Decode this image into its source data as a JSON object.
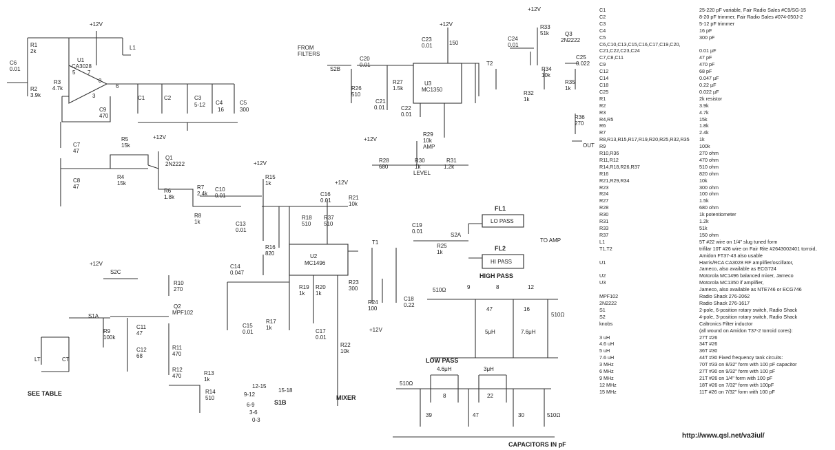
{
  "parts": [
    {
      "designator": "C1",
      "value": "25-220 pF variable, Fair Radio Sales #C9/SG-15"
    },
    {
      "designator": "C2",
      "value": "8-20 pF trimmer, Fair Radio Sales #074-050J-2"
    },
    {
      "designator": "C3",
      "value": "5-12 pF trimmer"
    },
    {
      "designator": "C4",
      "value": "16 pF"
    },
    {
      "designator": "C5",
      "value": "300 pF"
    },
    {
      "designator": "C6,C10,C13,C15,C16,C17,C19,C20,",
      "value": ""
    },
    {
      "designator": "  C21,C22,C23,C24",
      "value": "0.01 µF"
    },
    {
      "designator": "C7,C8,C11",
      "value": "47 pF"
    },
    {
      "designator": "C9",
      "value": "470 pF"
    },
    {
      "designator": "C12",
      "value": "68 pF"
    },
    {
      "designator": "C14",
      "value": "0.047 µF"
    },
    {
      "designator": "C18",
      "value": "0.22 µF"
    },
    {
      "designator": "C25",
      "value": "0.022 µF"
    },
    {
      "designator": "R1",
      "value": "2k resistor"
    },
    {
      "designator": "R2",
      "value": "3.9k"
    },
    {
      "designator": "R3",
      "value": "4.7k"
    },
    {
      "designator": "R4,R5",
      "value": "15k"
    },
    {
      "designator": "R6",
      "value": "1.8k"
    },
    {
      "designator": "R7",
      "value": "2.4k"
    },
    {
      "designator": "R8,R13,R15,R17,R19,R20,R25,R32,R35",
      "value": "1k"
    },
    {
      "designator": "R9",
      "value": "100k"
    },
    {
      "designator": "R10,R36",
      "value": "270 ohm"
    },
    {
      "designator": "R11,R12",
      "value": "470 ohm"
    },
    {
      "designator": "R14,R18,R26,R37",
      "value": "510 ohm"
    },
    {
      "designator": "R16",
      "value": "820 ohm"
    },
    {
      "designator": "R21,R29,R34",
      "value": "10k"
    },
    {
      "designator": "R23",
      "value": "300 ohm"
    },
    {
      "designator": "R24",
      "value": "100 ohm"
    },
    {
      "designator": "R27",
      "value": "1.5k"
    },
    {
      "designator": "R28",
      "value": "680 ohm"
    },
    {
      "designator": "R30",
      "value": "1k potentiometer"
    },
    {
      "designator": "R31",
      "value": "1.2k"
    },
    {
      "designator": "R33",
      "value": "51k"
    },
    {
      "designator": "R37",
      "value": "150 ohm"
    },
    {
      "designator": "L1",
      "value": "5T #22 wire on 1/4\" slug tuned form"
    },
    {
      "designator": "T1,T2",
      "value": "trifilar 10T #26 wire on Fair Rite #2643002401 torroid,"
    },
    {
      "designator": "",
      "value": "Amidon FT37-43 also usable"
    },
    {
      "designator": "U1",
      "value": "Harris/RCA CA3028 RF amplifier/oscillator,"
    },
    {
      "designator": "",
      "value": "Jameco, also available as ECG724"
    },
    {
      "designator": "U2",
      "value": "Motorola MC1496 balanced mixer, Jameco"
    },
    {
      "designator": "U3",
      "value": "Motorola MC1350 if amplifier,"
    },
    {
      "designator": "",
      "value": "Jameco, also available as NTE746 or ECG746"
    },
    {
      "designator": "MPF102",
      "value": "Radio Shack 276-2062"
    },
    {
      "designator": "2N2222",
      "value": "Radio Shack 276-1617"
    },
    {
      "designator": "S1",
      "value": "2-pole, 6-position rotary switch, Radio Shack"
    },
    {
      "designator": "S2",
      "value": "4-pole, 3-position rotary switch, Radio Shack"
    },
    {
      "designator": "knobs",
      "value": "Caltronics Filter inductor"
    },
    {
      "designator": "",
      "value": "(all wound on Amidon T37-2 torroid cores):"
    },
    {
      "designator": "3 uH",
      "value": "27T #26"
    },
    {
      "designator": "4.6 uH",
      "value": "34T #26"
    },
    {
      "designator": "5 uH",
      "value": "36T #30"
    },
    {
      "designator": "7.6 uH",
      "value": "44T #30 Fixed frequency tank circuits:"
    },
    {
      "designator": "3 MHz",
      "value": "70T #33 on 8/32\" form with 100 pF capacitor"
    },
    {
      "designator": "6 MHz",
      "value": "27T #30 on 9/32\" form with 100 pF"
    },
    {
      "designator": "9 MHz",
      "value": "21T #26 on 1/4\" form with 100 pF"
    },
    {
      "designator": "12 MHz",
      "value": "18T #26 on 7/32\" form with 100pF"
    },
    {
      "designator": "15 MHz",
      "value": "11T #26 on 7/32\" form with 100 pF"
    }
  ],
  "url": "http://www.qsl.net/va3iul/",
  "schematic_labels": [
    {
      "text": "+12V"
    },
    {
      "text": "R1"
    },
    {
      "text": "2k"
    },
    {
      "text": "L1"
    },
    {
      "text": "U1"
    },
    {
      "text": "CA3028"
    },
    {
      "text": "C6"
    },
    {
      "text": "0.01"
    },
    {
      "text": "R2"
    },
    {
      "text": "3.9k"
    },
    {
      "text": "R3"
    },
    {
      "text": "4.7k"
    },
    {
      "text": "5"
    },
    {
      "text": "7"
    },
    {
      "text": "8"
    },
    {
      "text": "6"
    },
    {
      "text": "3"
    },
    {
      "text": "C1"
    },
    {
      "text": "C2"
    },
    {
      "text": "C3"
    },
    {
      "text": "5-12"
    },
    {
      "text": "C4"
    },
    {
      "text": "16"
    },
    {
      "text": "C5"
    },
    {
      "text": "300"
    },
    {
      "text": "C9"
    },
    {
      "text": "470"
    },
    {
      "text": "C7"
    },
    {
      "text": "47"
    },
    {
      "text": "C8"
    },
    {
      "text": "47"
    },
    {
      "text": "R5"
    },
    {
      "text": "15k"
    },
    {
      "text": "+12V"
    },
    {
      "text": "Q1"
    },
    {
      "text": "2N2222"
    },
    {
      "text": "R4"
    },
    {
      "text": "15k"
    },
    {
      "text": "R6"
    },
    {
      "text": "1.8k"
    },
    {
      "text": "R7"
    },
    {
      "text": "2.4k"
    },
    {
      "text": "C10"
    },
    {
      "text": "0.01"
    },
    {
      "text": "R8"
    },
    {
      "text": "1k"
    },
    {
      "text": "FROM"
    },
    {
      "text": "FILTERS"
    },
    {
      "text": "S2B"
    },
    {
      "text": "C20"
    },
    {
      "text": "0.01"
    },
    {
      "text": "R26"
    },
    {
      "text": "510"
    },
    {
      "text": "+12V"
    },
    {
      "text": "C23"
    },
    {
      "text": "0.01"
    },
    {
      "text": "150"
    },
    {
      "text": "R27"
    },
    {
      "text": "1.5k"
    },
    {
      "text": "U3"
    },
    {
      "text": "MC1350"
    },
    {
      "text": "C21"
    },
    {
      "text": "0.01"
    },
    {
      "text": "C22"
    },
    {
      "text": "0.01"
    },
    {
      "text": "R29"
    },
    {
      "text": "10k"
    },
    {
      "text": "AMP"
    },
    {
      "text": "+12V"
    },
    {
      "text": "R28"
    },
    {
      "text": "680"
    },
    {
      "text": "R30"
    },
    {
      "text": "1k"
    },
    {
      "text": "LEVEL"
    },
    {
      "text": "R31"
    },
    {
      "text": "1.2k"
    },
    {
      "text": "T2"
    },
    {
      "text": "C24"
    },
    {
      "text": "0.01"
    },
    {
      "text": "+12V"
    },
    {
      "text": "R33"
    },
    {
      "text": "51k"
    },
    {
      "text": "Q3"
    },
    {
      "text": "2N2222"
    },
    {
      "text": "C25"
    },
    {
      "text": "0.022"
    },
    {
      "text": "R34"
    },
    {
      "text": "10k"
    },
    {
      "text": "R35"
    },
    {
      "text": "1k"
    },
    {
      "text": "R32"
    },
    {
      "text": "1k"
    },
    {
      "text": "R36"
    },
    {
      "text": "270"
    },
    {
      "text": "OUT"
    },
    {
      "text": "+12V"
    },
    {
      "text": "R15"
    },
    {
      "text": "1k"
    },
    {
      "text": "C16"
    },
    {
      "text": "0.01"
    },
    {
      "text": "+12V"
    },
    {
      "text": "R21"
    },
    {
      "text": "10k"
    },
    {
      "text": "R18"
    },
    {
      "text": "510"
    },
    {
      "text": "R37"
    },
    {
      "text": "510"
    },
    {
      "text": "C13"
    },
    {
      "text": "0.01"
    },
    {
      "text": "R16"
    },
    {
      "text": "820"
    },
    {
      "text": "U2"
    },
    {
      "text": "MC1496"
    },
    {
      "text": "T1"
    },
    {
      "text": "C19"
    },
    {
      "text": "0.01"
    },
    {
      "text": "S2A"
    },
    {
      "text": "R25"
    },
    {
      "text": "1k"
    },
    {
      "text": "FL1"
    },
    {
      "text": "LO PASS"
    },
    {
      "text": "FL2"
    },
    {
      "text": "HI PASS"
    },
    {
      "text": "TO AMP"
    },
    {
      "text": "C14"
    },
    {
      "text": "0.047"
    },
    {
      "text": "R19"
    },
    {
      "text": "1k"
    },
    {
      "text": "R20"
    },
    {
      "text": "1k"
    },
    {
      "text": "R23"
    },
    {
      "text": "300"
    },
    {
      "text": "R24"
    },
    {
      "text": "100"
    },
    {
      "text": "C18"
    },
    {
      "text": "0.22"
    },
    {
      "text": "+12V"
    },
    {
      "text": "C15"
    },
    {
      "text": "0.01"
    },
    {
      "text": "R17"
    },
    {
      "text": "1k"
    },
    {
      "text": "C17"
    },
    {
      "text": "0.01"
    },
    {
      "text": "R22"
    },
    {
      "text": "10k"
    },
    {
      "text": "MIXER"
    },
    {
      "text": "+12V"
    },
    {
      "text": "S2C"
    },
    {
      "text": "R10"
    },
    {
      "text": "270"
    },
    {
      "text": "Q2"
    },
    {
      "text": "MPF102"
    },
    {
      "text": "S1A"
    },
    {
      "text": "R9"
    },
    {
      "text": "100k"
    },
    {
      "text": "C11"
    },
    {
      "text": "47"
    },
    {
      "text": "C12"
    },
    {
      "text": "68"
    },
    {
      "text": "R11"
    },
    {
      "text": "470"
    },
    {
      "text": "R12"
    },
    {
      "text": "470"
    },
    {
      "text": "R13"
    },
    {
      "text": "1k"
    },
    {
      "text": "R14"
    },
    {
      "text": "510"
    },
    {
      "text": "LT"
    },
    {
      "text": "CT"
    },
    {
      "text": "SEE TABLE"
    },
    {
      "text": "12-15"
    },
    {
      "text": "9-12"
    },
    {
      "text": "6-9"
    },
    {
      "text": "3-6"
    },
    {
      "text": "0-3"
    },
    {
      "text": "15-18"
    },
    {
      "text": "S1B"
    },
    {
      "text": "HIGH PASS"
    },
    {
      "text": "510Ω"
    },
    {
      "text": "9"
    },
    {
      "text": "8"
    },
    {
      "text": "12"
    },
    {
      "text": "47"
    },
    {
      "text": "16"
    },
    {
      "text": "5μH"
    },
    {
      "text": "7.6μH"
    },
    {
      "text": "510Ω"
    },
    {
      "text": "LOW PASS"
    },
    {
      "text": "4.6μH"
    },
    {
      "text": "3μH"
    },
    {
      "text": "510Ω"
    },
    {
      "text": "8"
    },
    {
      "text": "22"
    },
    {
      "text": "39"
    },
    {
      "text": "47"
    },
    {
      "text": "30"
    },
    {
      "text": "510Ω"
    },
    {
      "text": "CAPACITORS IN pF"
    }
  ]
}
